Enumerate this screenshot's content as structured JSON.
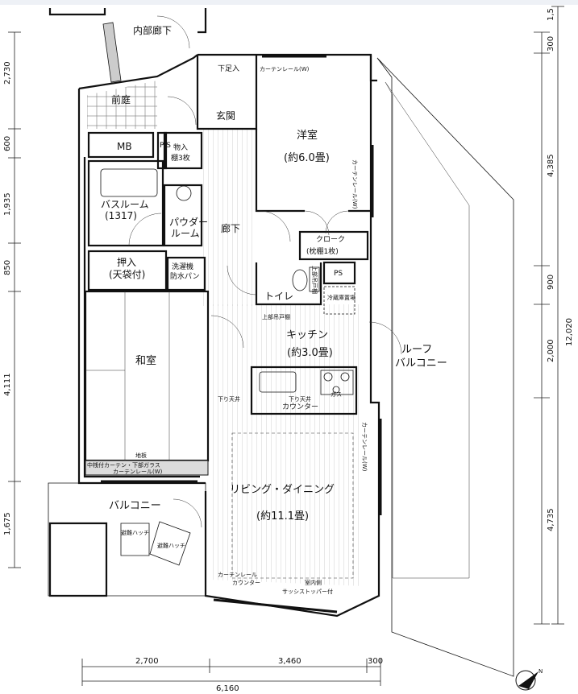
{
  "rooms": {
    "internal_corridor": "内部廊下",
    "front_garden": "前庭",
    "mb": "MB",
    "ps_top": "P\nS",
    "storage3": "物入",
    "storage3_sub": "棚3枚",
    "genkan": "玄関",
    "shoebox": "下足入",
    "youshitsu": "洋室",
    "youshitsu_area": "(約6.0畳)",
    "bathroom": "バスルーム",
    "bathroom_size": "(1317)",
    "powder": "パウダー",
    "powder_sub": "ルーム",
    "corridor": "廊下",
    "cloak": "クローク",
    "cloak_sub": "(枕棚1枚)",
    "oshiire": "押入",
    "oshiire_sub": "(天袋付)",
    "washer": "洗濯機",
    "washer_sub": "防水パン",
    "toilet": "トイレ",
    "ps_right": "PS",
    "cabinet": "上部吊戸棚",
    "fridge": "冷蔵庫置場",
    "kitchen_upper": "上部吊戸棚",
    "kitchen": "キッチン",
    "kitchen_area": "(約3.0畳)",
    "washitsu": "和室",
    "roof_balcony_1": "ルーフ",
    "roof_balcony_2": "バルコニー",
    "soffit_left": "下り天井",
    "soffit_right": "下り天井",
    "counter_kitchen": "カウンター",
    "gas": "ガス",
    "floorboard": "地板",
    "living": "リビング・ダイニング",
    "living_area": "(約11.1畳)",
    "balcony": "バルコニー",
    "hatch1": "避難ハッチ",
    "hatch2": "避難ハッチ",
    "curtain_top": "カーテンレール(W)",
    "curtain_right_upper": "カーテンレール(W)",
    "curtain_right_lower": "カーテンレール(W)",
    "curtain_bottom": "カーテンレール",
    "counter_bottom": "カウンター",
    "sash_stopper_1": "室内側",
    "sash_stopper_2": "サッシストッパー付",
    "washitsu_rail": "中桟付カーテン・下部ガラス",
    "washitsu_rail2": "カーテンレール(W)"
  },
  "dimensions": {
    "right_1": "1,5",
    "right_2": "300",
    "right_3": "4,385",
    "right_4": "900",
    "right_5": "2,000",
    "right_total": "12,020",
    "right_6": "4,735",
    "left_1": "2,730",
    "left_2": "600",
    "left_3": "1,935",
    "left_4": "850",
    "left_5": "4,111",
    "left_6": "1,675",
    "bottom_1": "2,700",
    "bottom_2": "3,460",
    "bottom_3": "300",
    "bottom_total": "6,160"
  },
  "compass": {
    "label": "N"
  }
}
